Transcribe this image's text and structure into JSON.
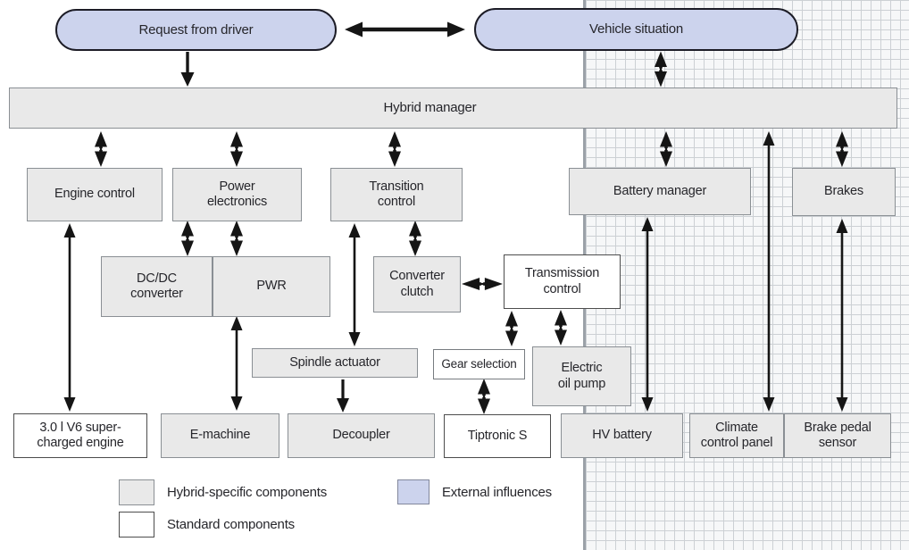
{
  "colors": {
    "hybrid_component_fill": "#e9e9e9",
    "standard_component_fill": "#ffffff",
    "external_influence_fill": "#ccd3ed",
    "box_border_gray": "#8a8f94",
    "arrow": "#151515",
    "grid_line": "#ccd0d4"
  },
  "pills": {
    "request": {
      "label": "Request from driver"
    },
    "situation": {
      "label": "Vehicle situation"
    }
  },
  "manager": {
    "label": "Hybrid manager"
  },
  "nodes": {
    "engine_control": {
      "label": "Engine control"
    },
    "power_electronics": {
      "label": "Power\nelectronics"
    },
    "transition_control": {
      "label": "Transition\ncontrol"
    },
    "battery_manager": {
      "label": "Battery manager"
    },
    "brakes": {
      "label": "Brakes"
    },
    "dcdc_converter": {
      "label": "DC/DC\nconverter"
    },
    "pwr": {
      "label": "PWR"
    },
    "converter_clutch": {
      "label": "Converter\nclutch"
    },
    "transmission_control": {
      "label": "Transmission\ncontrol"
    },
    "spindle_actuator": {
      "label": "Spindle actuator"
    },
    "gear_selection": {
      "label": "Gear selection"
    },
    "electric_oil_pump": {
      "label": "Electric\noil pump"
    },
    "engine": {
      "label": "3.0 l V6 super-\ncharged engine"
    },
    "e_machine": {
      "label": "E-machine"
    },
    "decoupler": {
      "label": "Decoupler"
    },
    "tiptronic_s": {
      "label": "Tiptronic S"
    },
    "hv_battery": {
      "label": "HV battery"
    },
    "climate_control_panel": {
      "label": "Climate\ncontrol panel"
    },
    "brake_pedal_sensor": {
      "label": "Brake pedal\nsensor"
    }
  },
  "legend": {
    "hybrid": {
      "label": "Hybrid-specific components"
    },
    "standard": {
      "label": "Standard components"
    },
    "external": {
      "label": "External influences"
    }
  }
}
